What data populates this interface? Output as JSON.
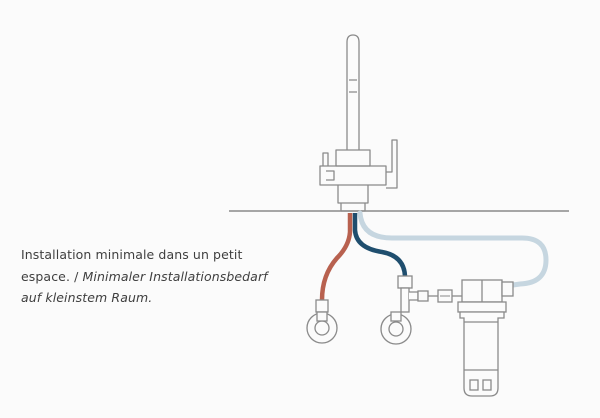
{
  "caption": {
    "line1": "Installation minimale dans un petit",
    "line2_fr": "espace.",
    "separator": " / ",
    "line2_de": "Minimaler Installationsbedarf",
    "line3_de": "auf kleinstem Raum."
  },
  "colors": {
    "background": "#fbfbfb",
    "outline": "#8a8a8a",
    "hot_pipe": "#b8614f",
    "cold_pipe": "#1f4e6e",
    "filtered_pipe": "#c6d6e0",
    "text": "#3f3f3f"
  }
}
